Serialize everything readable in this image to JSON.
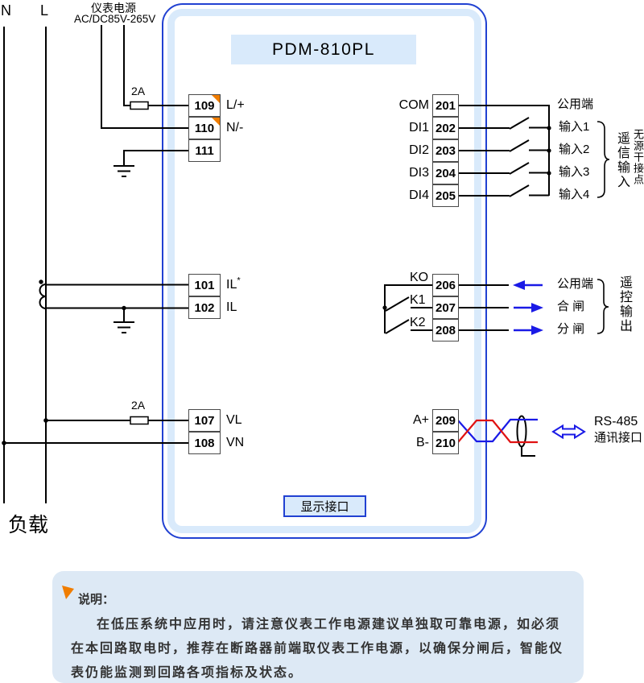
{
  "title": "PDM-810PL",
  "colors": {
    "accent_blue": "#2141d2",
    "light_blue": "#d9eafb",
    "note_bg": "#dde9f5",
    "orange": "#f07d00",
    "wire_blue": "#1a1ae6",
    "wire_red": "#e01212"
  },
  "power_section": {
    "n": "N",
    "l": "L",
    "supply_label_line1": "仪表电源",
    "supply_label_line2": "AC/DC85V-265V",
    "fuse": "2A",
    "terminals": [
      {
        "num": "109",
        "label": "L/+"
      },
      {
        "num": "110",
        "label": "N/-"
      },
      {
        "num": "111",
        "label": ""
      }
    ]
  },
  "current_section": {
    "terminals": [
      {
        "num": "101",
        "label": "IL",
        "sup": "*"
      },
      {
        "num": "102",
        "label": "IL",
        "sup": ""
      }
    ]
  },
  "voltage_section": {
    "fuse": "2A",
    "terminals": [
      {
        "num": "107",
        "label": "VL"
      },
      {
        "num": "108",
        "label": "VN"
      }
    ]
  },
  "di_section": {
    "rows": [
      {
        "label": "COM",
        "num": "201",
        "right": "公用端"
      },
      {
        "label": "DI1",
        "num": "202",
        "right": "输入1"
      },
      {
        "label": "DI2",
        "num": "203",
        "right": "输入2"
      },
      {
        "label": "DI3",
        "num": "204",
        "right": "输入3"
      },
      {
        "label": "DI4",
        "num": "205",
        "right": "输入4"
      }
    ],
    "group_label": "遥信输入",
    "group_sublabel": "无源干接点"
  },
  "do_section": {
    "rows": [
      {
        "label": "KO",
        "num": "206",
        "right": "公用端"
      },
      {
        "label": "K1",
        "num": "207",
        "right": "合 闸"
      },
      {
        "label": "K2",
        "num": "208",
        "right": "分 闸"
      }
    ],
    "group_label": "遥控输出"
  },
  "comm_section": {
    "terminals": [
      {
        "label": "A+",
        "num": "209"
      },
      {
        "label": "B-",
        "num": "210"
      }
    ],
    "label_line1": "RS-485",
    "label_line2": "通讯接口"
  },
  "display_port_label": "显示接口",
  "load_label": "负载",
  "note": {
    "title": "说明：",
    "lines": [
      "在低压系统中应用时，请注意仪表工作电源建议单独取可靠电源，如必须",
      "在本回路取电时，推荐在断路器前端取仪表工作电源，以确保分闸后，智能仪",
      "表仍能监测到回路各项指标及状态。"
    ]
  }
}
